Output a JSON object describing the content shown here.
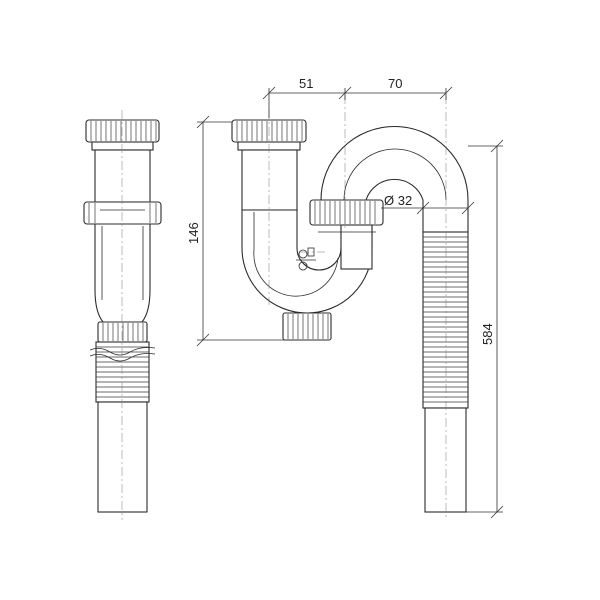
{
  "drawing": {
    "dimensions": {
      "width_left": "51",
      "width_right": "70",
      "height_trap": "146",
      "height_total": "584",
      "diameter": "Ø 32"
    },
    "line_color": "#2b2b2b",
    "background": "#ffffff"
  }
}
